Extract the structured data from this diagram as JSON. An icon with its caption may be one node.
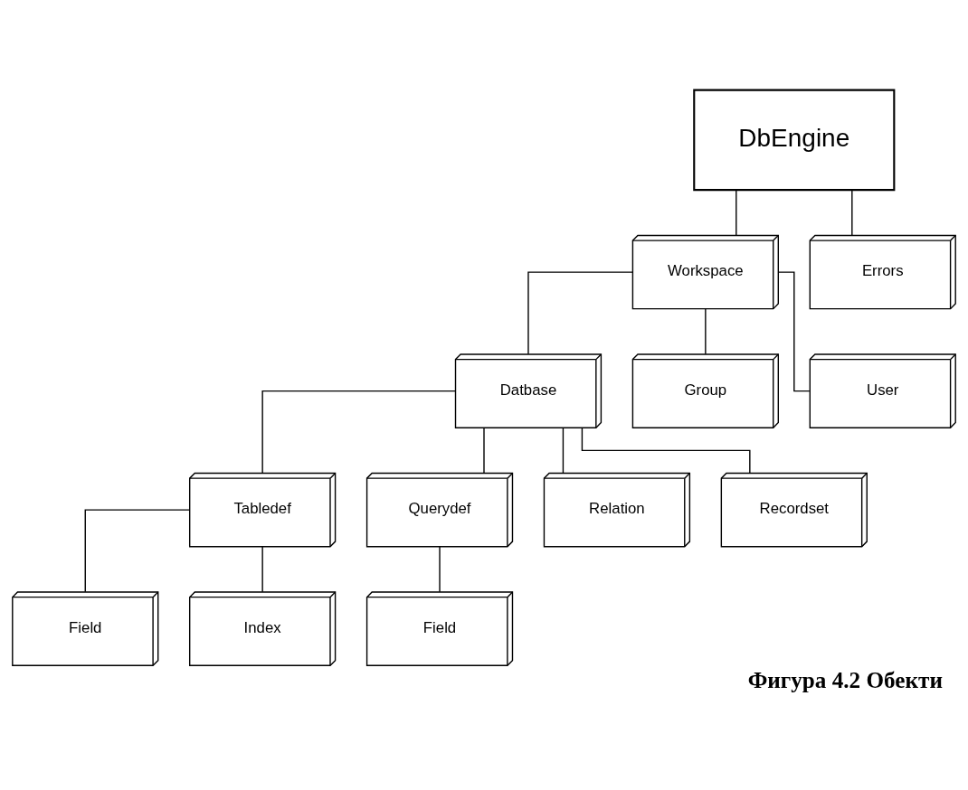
{
  "diagram": {
    "caption": "Фигура 4.2 Обекти",
    "nodes": [
      {
        "text": [
          "DbEngine"
        ]
      },
      {
        "text": [
          "Workspace"
        ]
      },
      {
        "text": [
          "Errors"
        ]
      },
      {
        "text": [
          "Datbase"
        ]
      },
      {
        "text": [
          "Group"
        ]
      },
      {
        "text": [
          "User"
        ]
      },
      {
        "text": [
          "Tabledef"
        ]
      },
      {
        "text": [
          "Querydef"
        ]
      },
      {
        "text": [
          "Relation"
        ]
      },
      {
        "text": [
          "Recordset"
        ]
      },
      {
        "text": [
          "Field"
        ]
      },
      {
        "text": [
          "Index"
        ]
      },
      {
        "text": [
          "Field"
        ]
      }
    ],
    "edges": [
      {
        "from": 0,
        "to": 1,
        "arrow": "none"
      },
      {
        "from": 0,
        "to": 2,
        "arrow": "none"
      },
      {
        "from": 1,
        "to": 3,
        "arrow": "none"
      },
      {
        "from": 1,
        "to": 4,
        "arrow": "none"
      },
      {
        "from": 1,
        "to": 5,
        "arrow": "none"
      },
      {
        "from": 3,
        "to": 6,
        "arrow": "none"
      },
      {
        "from": 3,
        "to": 7,
        "arrow": "none"
      },
      {
        "from": 3,
        "to": 8,
        "arrow": "none"
      },
      {
        "from": 3,
        "to": 9,
        "arrow": "none"
      },
      {
        "from": 6,
        "to": 10,
        "arrow": "none"
      },
      {
        "from": 6,
        "to": 11,
        "arrow": "none"
      },
      {
        "from": 7,
        "to": 12,
        "arrow": "none"
      }
    ]
  }
}
